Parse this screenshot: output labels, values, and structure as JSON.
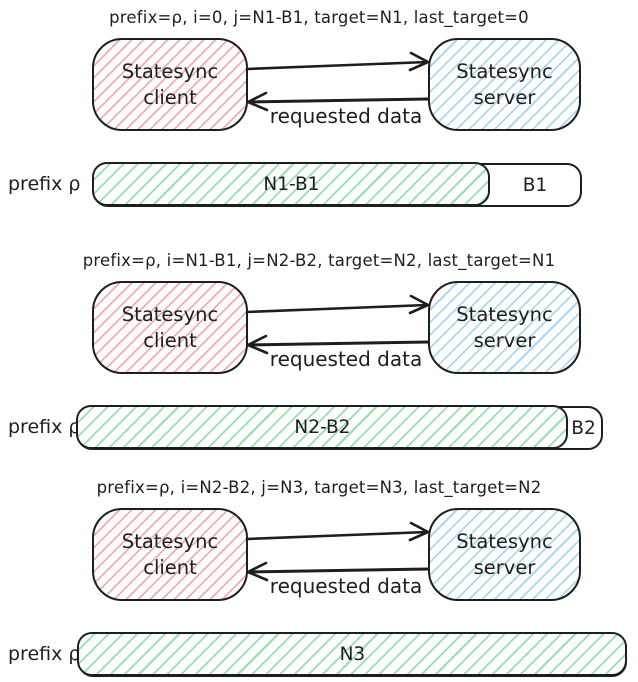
{
  "stages": [
    {
      "header": "prefix=ρ, i=0, j=N1-B1, target=N1, last_target=0",
      "client": {
        "line1": "Statesync",
        "line2": "client"
      },
      "server": {
        "line1": "Statesync",
        "line2": "server"
      },
      "response_arrow_label": "requested data",
      "prefix_label": "prefix ρ",
      "bar": {
        "synced_label": "N1-B1",
        "remaining_label": "B1"
      }
    },
    {
      "header": "prefix=ρ, i=N1-B1, j=N2-B2, target=N2, last_target=N1",
      "client": {
        "line1": "Statesync",
        "line2": "client"
      },
      "server": {
        "line1": "Statesync",
        "line2": "server"
      },
      "response_arrow_label": "requested data",
      "prefix_label": "prefix ρ",
      "bar": {
        "synced_label": "N2-B2",
        "remaining_label": "B2"
      }
    },
    {
      "header": "prefix=ρ, i=N2-B2, j=N3, target=N3, last_target=N2",
      "client": {
        "line1": "Statesync",
        "line2": "client"
      },
      "server": {
        "line1": "Statesync",
        "line2": "server"
      },
      "response_arrow_label": "requested data",
      "prefix_label": "prefix ρ",
      "bar": {
        "synced_label": "N3",
        "remaining_label": null
      }
    }
  ],
  "colors": {
    "stroke": "#1e1e1e",
    "client_hatch": "#f3adad",
    "server_hatch": "#a9d7f5",
    "bar_hatch": "#96e0aa",
    "background": "#ffffff"
  }
}
